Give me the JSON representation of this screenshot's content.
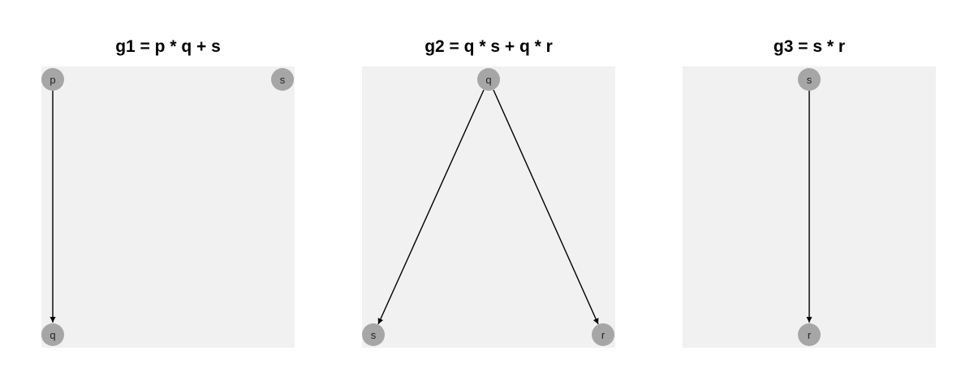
{
  "colors": {
    "panel_bg": "#f1f1f1",
    "node_fill": "#a6a6a6",
    "edge": "#000000",
    "title": "#000000"
  },
  "panels": [
    {
      "title": "g1 = p * q + s",
      "nodes": [
        {
          "id": "p",
          "label": "p"
        },
        {
          "id": "s",
          "label": "s"
        },
        {
          "id": "q",
          "label": "q"
        }
      ],
      "edges": [
        {
          "from": "p",
          "to": "q"
        }
      ]
    },
    {
      "title": "g2 = q * s + q * r",
      "nodes": [
        {
          "id": "q",
          "label": "q"
        },
        {
          "id": "s",
          "label": "s"
        },
        {
          "id": "r",
          "label": "r"
        }
      ],
      "edges": [
        {
          "from": "q",
          "to": "s"
        },
        {
          "from": "q",
          "to": "r"
        }
      ]
    },
    {
      "title": "g3 = s * r",
      "nodes": [
        {
          "id": "s",
          "label": "s"
        },
        {
          "id": "r",
          "label": "r"
        }
      ],
      "edges": [
        {
          "from": "s",
          "to": "r"
        }
      ]
    }
  ]
}
